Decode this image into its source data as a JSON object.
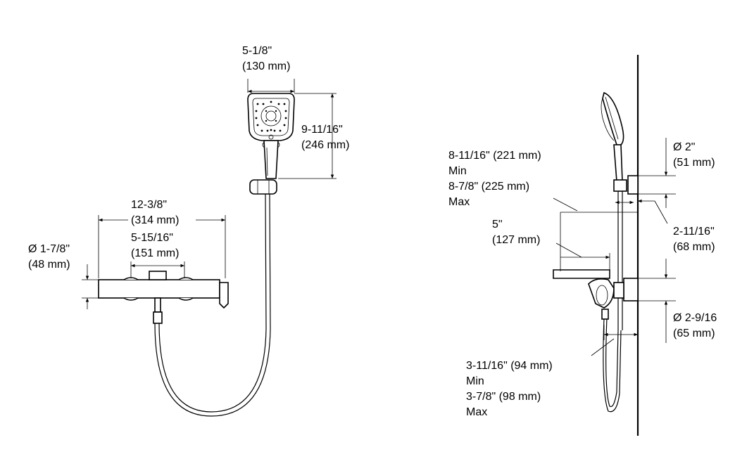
{
  "dimensions": {
    "head_width": {
      "imperial": "5-1/8\"",
      "metric": "(130 mm)"
    },
    "head_height": {
      "imperial": "9-11/16\"",
      "metric": "(246 mm)"
    },
    "overall_width": {
      "imperial": "12-3/8\"",
      "metric": "(314 mm)"
    },
    "center_spacing": {
      "imperial": "5-15/16\"",
      "metric": "(151 mm)"
    },
    "body_diameter": {
      "imperial": "Ø 1-7/8\"",
      "metric": "(48 mm)"
    },
    "projection": {
      "min": "8-11/16\" (221 mm)",
      "min_label": "Min",
      "max": "8-7/8\" (225 mm)",
      "max_label": "Max"
    },
    "shelf_depth": {
      "imperial": "5\"",
      "metric": "(127 mm)"
    },
    "bracket_diameter": {
      "imperial": "Ø 2\"",
      "metric": "(51 mm)"
    },
    "bracket_depth": {
      "imperial": "2-11/16\"",
      "metric": "(68 mm)"
    },
    "escutcheon_diameter": {
      "imperial": "Ø 2-9/16",
      "metric": "(65 mm)"
    },
    "spout_offset": {
      "min": "3-11/16\" (94 mm)",
      "min_label": "Min",
      "max": "3-7/8\" (98 mm)",
      "max_label": "Max"
    }
  }
}
